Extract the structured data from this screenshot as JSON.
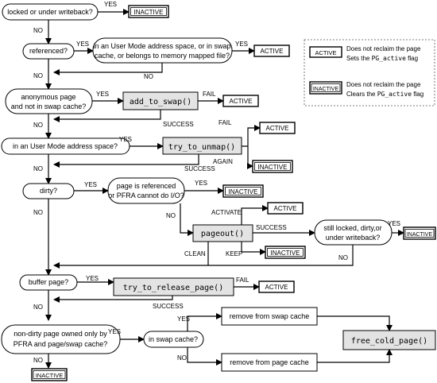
{
  "nodes": {
    "locked": "locked or under writeback?",
    "referenced": "referenced?",
    "usermode1_l1": "in an User Mode address space, or in swap",
    "usermode1_l2": "cache, or belongs to memory mapped file?",
    "anon_l1": "anonymous page",
    "anon_l2": "and not in swap cache?",
    "usermode2": "in an User Mode address space?",
    "dirty": "dirty?",
    "pagereferenced_l1": "page is referenced",
    "pagereferenced_l2": "or PFRA cannot do I/O?",
    "stilllocked_l1": "still locked, dirty,or",
    "stilllocked_l2": "under writeback?",
    "buffer": "buffer page?",
    "nondirty_l1": "non-dirty page owned only by",
    "nondirty_l2": "PFRA and page/swap cache?",
    "inswap": "in swap cache?",
    "removeswap": "remove from  swap cache",
    "removepage": "remove from  page cache"
  },
  "functions": {
    "add_to_swap": "add_to_swap()",
    "try_to_unmap": "try_to_unmap()",
    "pageout": "pageout()",
    "try_to_release_page": "try_to_release_page()",
    "free_cold_page": "free_cold_page()"
  },
  "labels": {
    "yes": "YES",
    "no": "NO",
    "fail": "FAIL",
    "success": "SUCCESS",
    "again": "AGAIN",
    "activate": "ACTIVATE",
    "clean": "CLEAN",
    "keep": "KEEP"
  },
  "status": {
    "active": "ACTIVE",
    "inactive": "INACTIVE"
  },
  "legend": {
    "active_l1": "Does not reclaim the page",
    "active_l2_pre": "Sets the ",
    "active_l2_code": "PG_active",
    "active_l2_post": " flag",
    "inactive_l1": "Does not reclaim the page",
    "inactive_l2_pre": "Clears the ",
    "inactive_l2_code": "PG_active",
    "inactive_l2_post": " flag"
  }
}
